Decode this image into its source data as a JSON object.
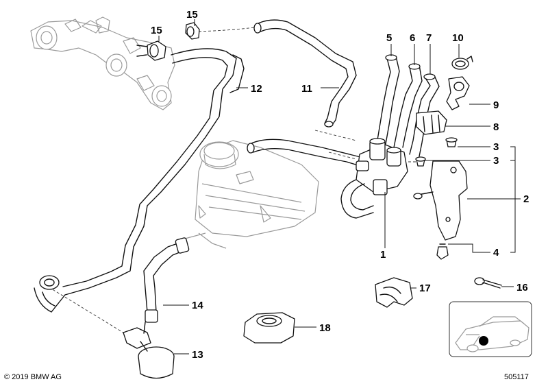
{
  "callouts": [
    {
      "id": "c1",
      "text": "1"
    },
    {
      "id": "c2",
      "text": "2"
    },
    {
      "id": "c3a",
      "text": "3"
    },
    {
      "id": "c3b",
      "text": "3"
    },
    {
      "id": "c4",
      "text": "4"
    },
    {
      "id": "c5",
      "text": "5"
    },
    {
      "id": "c6",
      "text": "6"
    },
    {
      "id": "c7",
      "text": "7"
    },
    {
      "id": "c8",
      "text": "8"
    },
    {
      "id": "c9",
      "text": "9"
    },
    {
      "id": "c10",
      "text": "10"
    },
    {
      "id": "c11",
      "text": "11"
    },
    {
      "id": "c12",
      "text": "12"
    },
    {
      "id": "c13",
      "text": "13"
    },
    {
      "id": "c14",
      "text": "14"
    },
    {
      "id": "c15a",
      "text": "15"
    },
    {
      "id": "c15b",
      "text": "15"
    },
    {
      "id": "c16",
      "text": "16"
    },
    {
      "id": "c17",
      "text": "17"
    },
    {
      "id": "c18",
      "text": "18"
    }
  ],
  "footer": {
    "copyright": "© 2019 BMW AG",
    "diagram_number": "505117"
  }
}
